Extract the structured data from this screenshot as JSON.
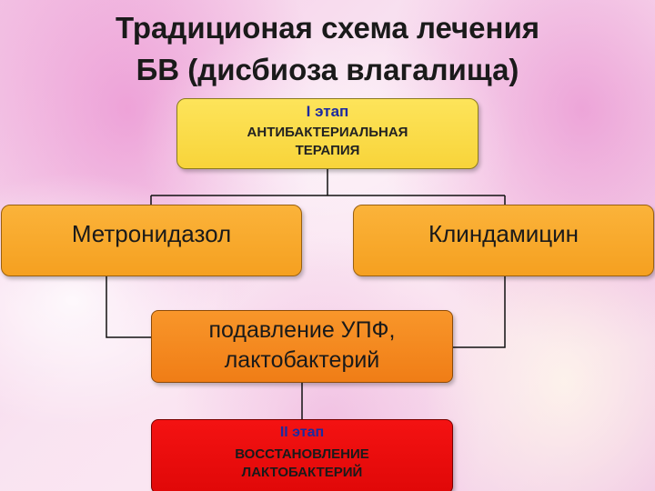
{
  "title": {
    "line1": "Традиционая схема лечения",
    "line2": "БВ (дисбиоза влагалища)"
  },
  "stage1": {
    "label": "I этап",
    "text_line1": "АНТИБАКТЕРИАЛЬНАЯ",
    "text_line2": "ТЕРАПИЯ",
    "color": "#f8d43a"
  },
  "drugs": {
    "left": "Метронидазол",
    "right": "Клиндамицин",
    "color": "#f5a020"
  },
  "suppression": {
    "line1": "подавление УПФ,",
    "line2": "лактобактерий",
    "color": "#f07d16"
  },
  "stage2": {
    "label": "II этап",
    "text_line1": "ВОССТАНОВЛЕНИЕ",
    "text_line2": "ЛАКТОБАКТЕРИЙ",
    "color": "#e00808"
  }
}
